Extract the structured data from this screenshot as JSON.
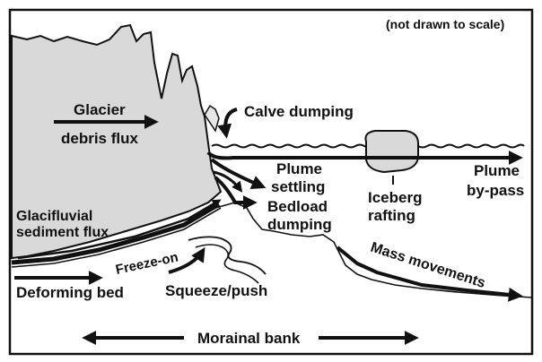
{
  "note": "(not drawn to scale)",
  "labels": {
    "glacier_debris_flux": [
      "Glacier",
      "debris flux"
    ],
    "calve_dumping": "Calve dumping",
    "plume_settling": [
      "Plume",
      "settling"
    ],
    "plume_bypass": [
      "Plume",
      "by-pass"
    ],
    "iceberg_rafting": [
      "Iceberg",
      "rafting"
    ],
    "bedload_dumping": [
      "Bedload",
      "dumping"
    ],
    "glacifluvial_flux": [
      "Glacifluvial",
      "sediment flux"
    ],
    "freeze_on": "Freeze-on",
    "deforming_bed": "Deforming bed",
    "squeeze_push": "Squeeze/push",
    "mass_movements": "Mass movements",
    "morainal_bank": "Morainal bank"
  },
  "colors": {
    "ink": "#111111",
    "glacier_fill": "#d9d9d9",
    "background": "#ffffff"
  }
}
